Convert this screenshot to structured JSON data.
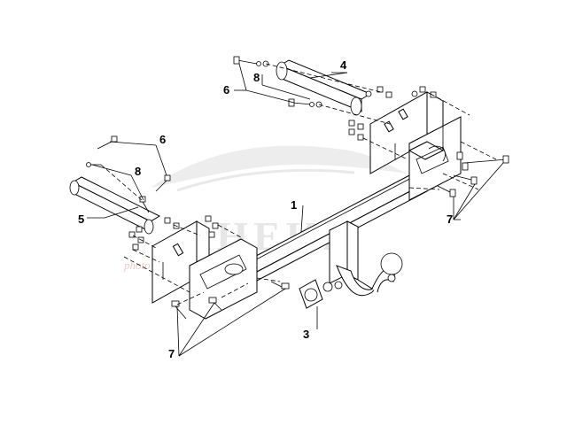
{
  "diagram": {
    "callouts": {
      "c1": "1",
      "c3": "3",
      "c4": "4",
      "c5": "5",
      "c6_top": "6",
      "c6_left": "6",
      "c7_right": "7",
      "c7_bottom": "7",
      "c8_top": "8",
      "c8_left": "8"
    }
  },
  "watermark": {
    "logo_text": "AHEKA",
    "caption": "photo by hand"
  }
}
